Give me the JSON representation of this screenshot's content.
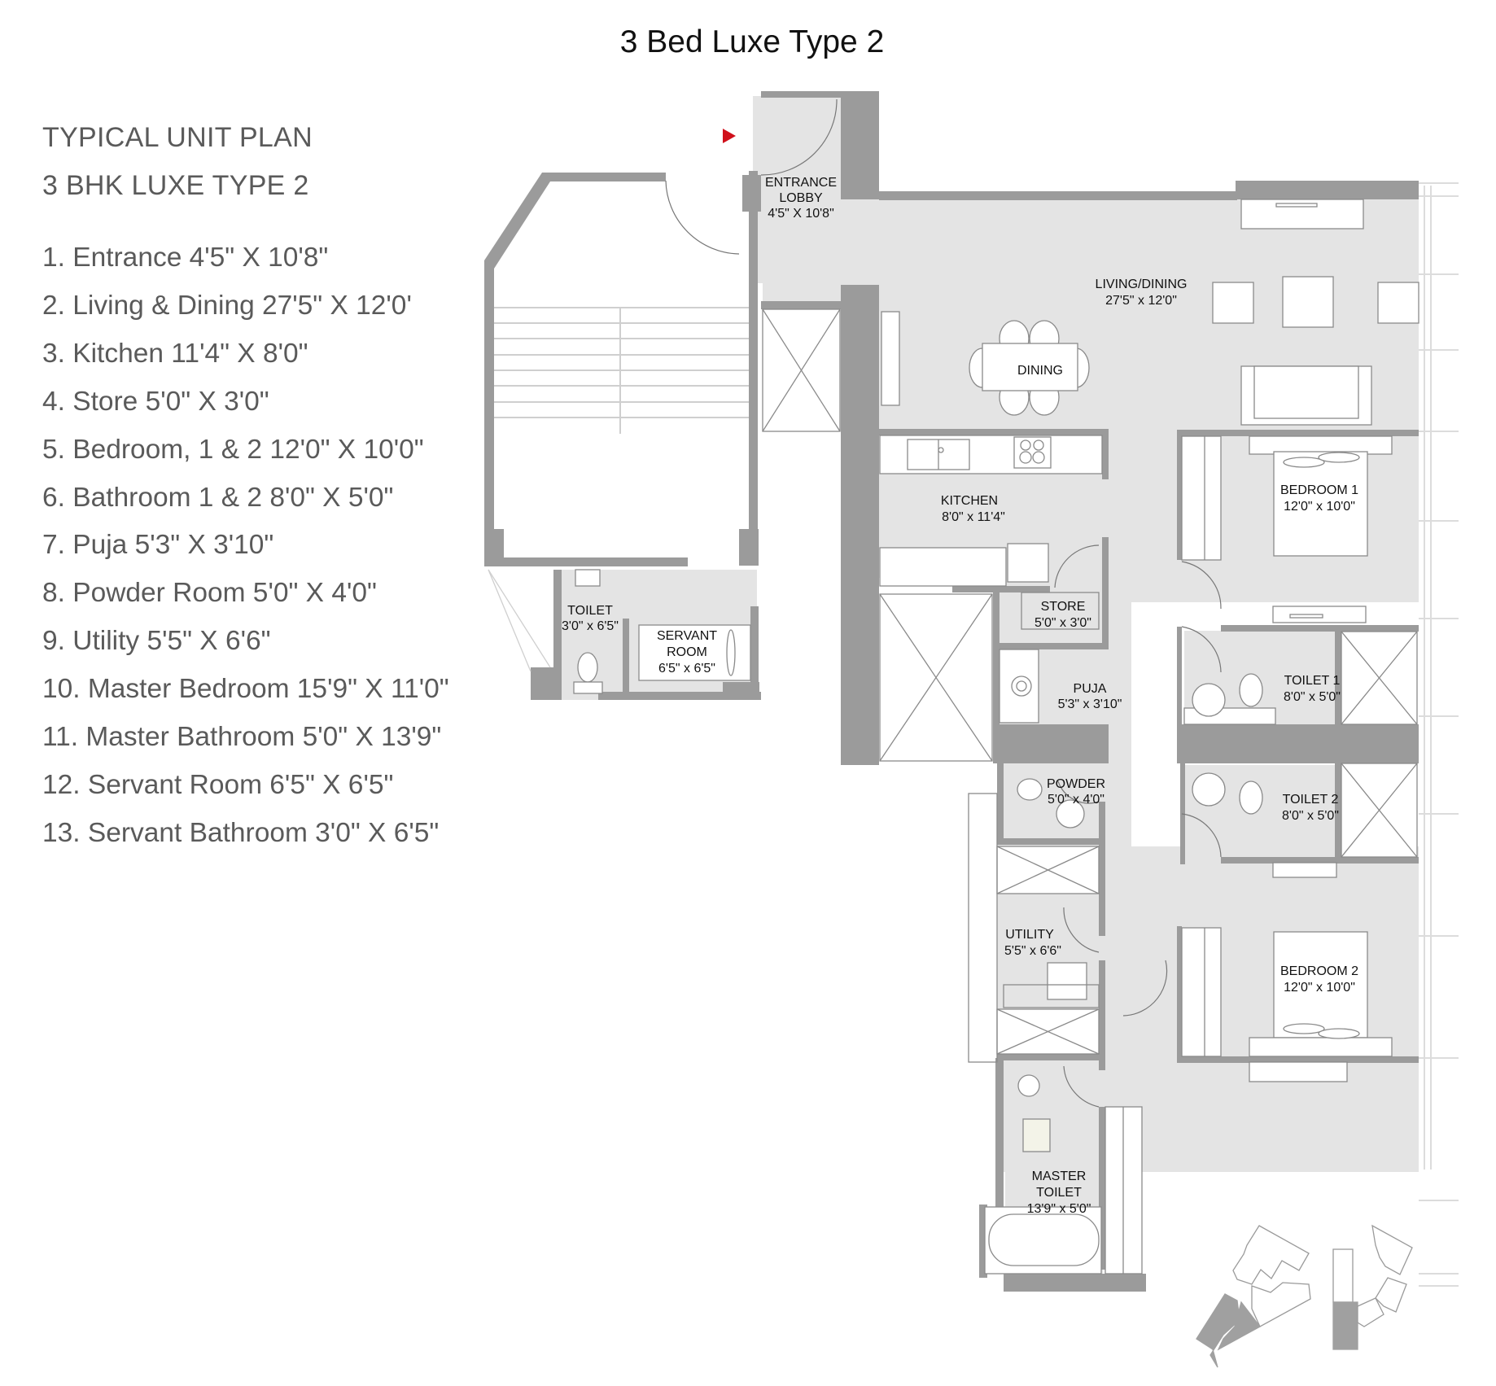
{
  "title": "3 Bed Luxe Type 2",
  "legend": {
    "heading_1": "TYPICAL UNIT PLAN",
    "heading_2": "3 BHK LUXE TYPE 2",
    "items": [
      "1. Entrance 4'5\" X 10'8\"",
      "2. Living & Dining 27'5\" X 12'0'",
      "3. Kitchen 11'4\" X 8'0\"",
      "4. Store 5'0\" X 3'0\"",
      "5. Bedroom, 1 & 2 12'0\" X 10'0\"",
      "6. Bathroom 1 & 2 8'0\" X 5'0\"",
      "7. Puja 5'3\" X 3'10\"",
      "8. Powder Room 5'0\" X 4'0\"",
      "9. Utility 5'5\" X 6'6\"",
      "10. Master Bedroom 15'9\" X 11'0\"",
      "11. Master Bathroom 5'0\" X 13'9\"",
      "12. Servant Room 6'5\" X 6'5\"",
      "13. Servant Bathroom 3'0\" X 6'5\""
    ]
  },
  "rooms": {
    "entrance": {
      "name_1": "ENTRANCE",
      "name_2": "LOBBY",
      "dim": "4'5\" X 10'8\""
    },
    "living": {
      "name": "LIVING/DINING",
      "dim": "27'5\" x 12'0\""
    },
    "dining": {
      "name": "DINING"
    },
    "kitchen": {
      "name": "KITCHEN",
      "dim": "8'0\" x 11'4\""
    },
    "store": {
      "name": "STORE",
      "dim": "5'0\" x 3'0\""
    },
    "puja": {
      "name": "PUJA",
      "dim": "5'3\" x 3'10\""
    },
    "powder": {
      "name": "POWDER",
      "dim": "5'0\" x 4'0\""
    },
    "utility": {
      "name": "UTILITY",
      "dim": "5'5\" x 6'6\""
    },
    "master_toilet": {
      "name_1": "MASTER",
      "name_2": "TOILET",
      "dim": "13'9\" x 5'0\""
    },
    "bedroom1": {
      "name": "BEDROOM 1",
      "dim": "12'0\" x 10'0\""
    },
    "bedroom2": {
      "name": "BEDROOM 2",
      "dim": "12'0\" x 10'0\""
    },
    "toilet1": {
      "name": "TOILET 1",
      "dim": "8'0\" x 5'0\""
    },
    "toilet2": {
      "name": "TOILET 2",
      "dim": "8'0\" x 5'0\""
    },
    "servant_toilet": {
      "name": "TOILET",
      "dim": "3'0\" x 6'5\""
    },
    "servant_room": {
      "name_1": "SERVANT",
      "name_2": "ROOM",
      "dim": "6'5\" x 6'5\""
    }
  },
  "colors": {
    "floor": "#e4e4e4",
    "wall": "#9b9b9b",
    "entry_marker": "#d0101b",
    "text": "#5a5a5a"
  }
}
